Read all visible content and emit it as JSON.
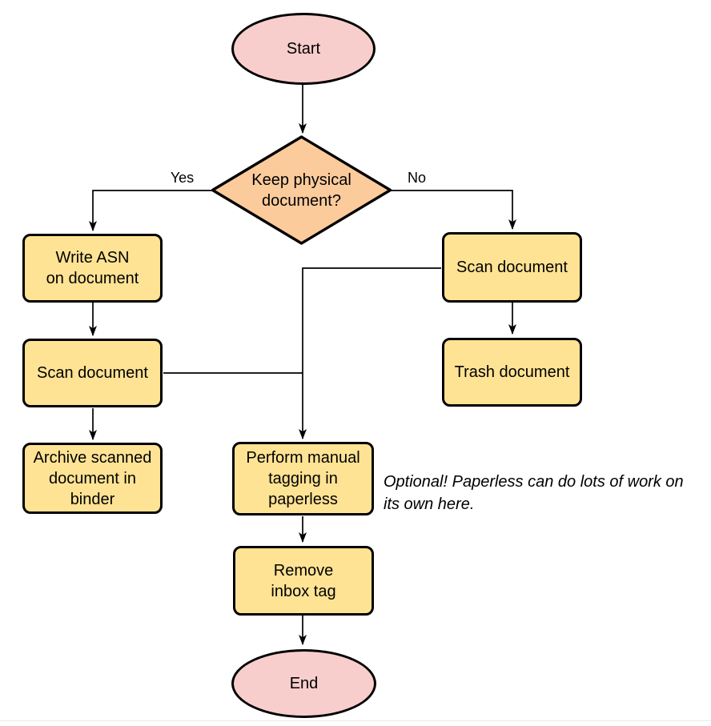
{
  "colors": {
    "node-yellow": "#FFE394",
    "node-pink": "#F8CECC",
    "node-orange": "#FCCB9C",
    "line": "#000000",
    "bg": "#FFFFFF"
  },
  "nodes": {
    "start": {
      "label": "Start"
    },
    "decision": {
      "label": "Keep physical\ndocument?"
    },
    "write_asn": {
      "label": "Write ASN\non document"
    },
    "scan_left": {
      "label": "Scan document"
    },
    "archive": {
      "label": "Archive scanned\ndocument in\nbinder"
    },
    "scan_right": {
      "label": "Scan document"
    },
    "trash": {
      "label": "Trash document"
    },
    "tagging": {
      "label": "Perform manual\ntagging in\npaperless"
    },
    "remove_inbox": {
      "label": "Remove\ninbox tag"
    },
    "end": {
      "label": "End"
    }
  },
  "edge_labels": {
    "yes": "Yes",
    "no": "No"
  },
  "note": {
    "text": "Optional! Paperless can do lots of work on\nits own here."
  }
}
